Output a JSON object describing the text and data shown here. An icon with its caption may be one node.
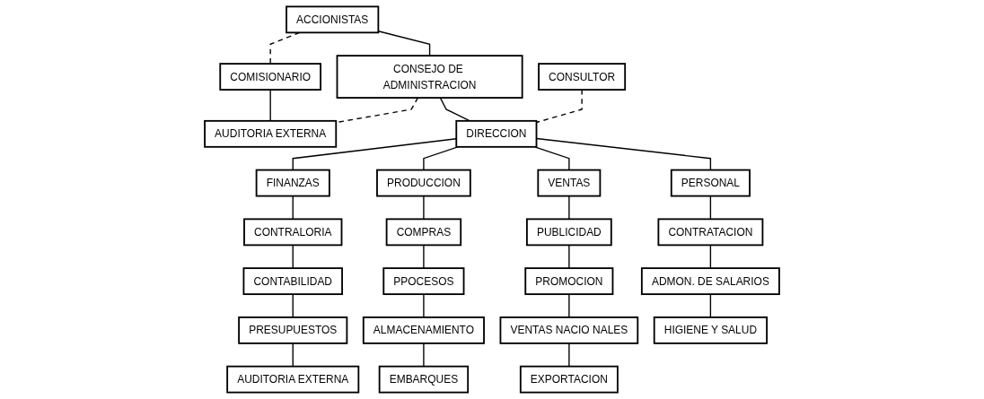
{
  "diagram": {
    "nodes": [
      {
        "text": [
          "ACCIONISTAS"
        ]
      },
      {
        "text": [
          "COMISIONARIO"
        ]
      },
      {
        "text": [
          "CONSEJO DE ADMINISTRACION"
        ]
      },
      {
        "text": [
          "AUDITORIA EXTERNA"
        ]
      },
      {
        "text": [
          "CONSULTOR"
        ]
      },
      {
        "text": [
          "DIRECCION"
        ]
      },
      {
        "text": [
          "FINANZAS"
        ]
      },
      {
        "text": [
          "PRODUCCION"
        ]
      },
      {
        "text": [
          "VENTAS"
        ]
      },
      {
        "text": [
          "PERSONAL"
        ]
      },
      {
        "text": [
          "CONTRALORIA"
        ]
      },
      {
        "text": [
          "COMPRAS"
        ]
      },
      {
        "text": [
          "PUBLICIDAD"
        ]
      },
      {
        "text": [
          "CONTRATACION"
        ]
      },
      {
        "text": [
          "CONTABILIDAD"
        ]
      },
      {
        "text": [
          "PPOCESOS"
        ]
      },
      {
        "text": [
          "PROMOCION"
        ]
      },
      {
        "text": [
          "ADMON. DE SALARIOS"
        ]
      },
      {
        "text": [
          "PRESUPUESTOS"
        ]
      },
      {
        "text": [
          "ALMACENAMIENTO"
        ]
      },
      {
        "text": [
          "VENTAS NACIO NALES"
        ]
      },
      {
        "text": [
          "HIGIENE Y SALUD"
        ]
      },
      {
        "text": [
          "AUDITORIA EXTERNA"
        ]
      },
      {
        "text": [
          "EMBARQUES"
        ]
      },
      {
        "text": [
          "EXPORTACION"
        ]
      }
    ],
    "edges": [
      {
        "from": 0,
        "to": 1,
        "arrow": "none",
        "style": "dashed"
      },
      {
        "from": 0,
        "to": 2,
        "arrow": "none"
      },
      {
        "from": 1,
        "to": 3,
        "arrow": "none"
      },
      {
        "from": 2,
        "to": 3,
        "arrow": "none",
        "style": "dashed"
      },
      {
        "from": 2,
        "to": 5,
        "arrow": "none"
      },
      {
        "from": 4,
        "to": 5,
        "arrow": "none",
        "style": "dashed"
      },
      {
        "from": 5,
        "to": 6,
        "arrow": "none"
      },
      {
        "from": 5,
        "to": 7,
        "arrow": "none"
      },
      {
        "from": 5,
        "to": 8,
        "arrow": "none"
      },
      {
        "from": 5,
        "to": 9,
        "arrow": "none"
      },
      {
        "from": 6,
        "to": 10,
        "arrow": "none"
      },
      {
        "from": 10,
        "to": 14,
        "arrow": "none"
      },
      {
        "from": 14,
        "to": 18,
        "arrow": "none"
      },
      {
        "from": 18,
        "to": 22,
        "arrow": "none"
      },
      {
        "from": 7,
        "to": 11,
        "arrow": "none"
      },
      {
        "from": 11,
        "to": 15,
        "arrow": "none"
      },
      {
        "from": 15,
        "to": 19,
        "arrow": "none"
      },
      {
        "from": 19,
        "to": 23,
        "arrow": "none"
      },
      {
        "from": 8,
        "to": 12,
        "arrow": "none"
      },
      {
        "from": 12,
        "to": 16,
        "arrow": "none"
      },
      {
        "from": 16,
        "to": 20,
        "arrow": "none"
      },
      {
        "from": 20,
        "to": 24,
        "arrow": "none"
      },
      {
        "from": 9,
        "to": 13,
        "arrow": "none"
      },
      {
        "from": 13,
        "to": 17,
        "arrow": "none"
      },
      {
        "from": 17,
        "to": 21,
        "arrow": "none"
      }
    ]
  }
}
